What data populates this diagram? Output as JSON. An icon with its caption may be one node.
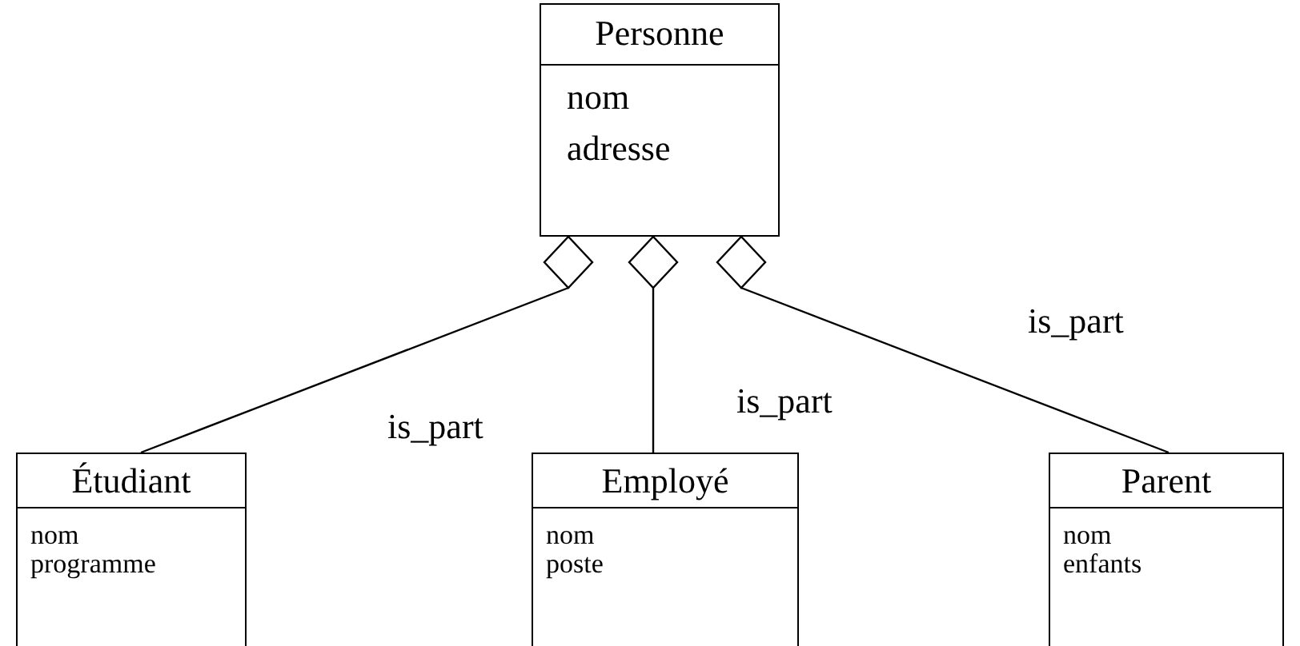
{
  "diagram": {
    "nodes": [
      {
        "text": [
          "Personne",
          "nom",
          "adresse"
        ]
      },
      {
        "text": [
          "Étudiant",
          "nom",
          "programme"
        ]
      },
      {
        "text": [
          "Employé",
          "nom",
          "poste"
        ]
      },
      {
        "text": [
          "Parent",
          "nom",
          "enfants"
        ]
      }
    ],
    "edges": [
      {
        "from": 0,
        "to": 1,
        "arrow": "other",
        "label": "is_part"
      },
      {
        "from": 0,
        "to": 2,
        "arrow": "other",
        "label": "is_part"
      },
      {
        "from": 0,
        "to": 3,
        "arrow": "other",
        "label": "is_part"
      }
    ]
  }
}
